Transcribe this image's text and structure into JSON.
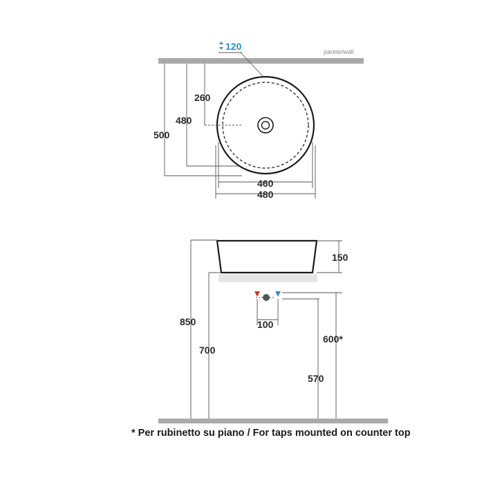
{
  "top_view": {
    "tap_height": "120",
    "wall_label": "parete/wall",
    "dim_260": "260",
    "dim_480_depth": "480",
    "dim_500": "500",
    "dim_460": "460",
    "dim_480_width": "480"
  },
  "side_view": {
    "dim_150": "150",
    "dim_100": "100",
    "dim_850": "850",
    "dim_700": "700",
    "dim_600": "600*",
    "dim_570": "570"
  },
  "footnote": "* Per rubinetto su piano / For taps mounted on counter top",
  "colors": {
    "wall_bar": "#a9a9a9",
    "counter": "#e6e6e6",
    "hot": "#d2352b",
    "cold": "#2f8fd0"
  }
}
